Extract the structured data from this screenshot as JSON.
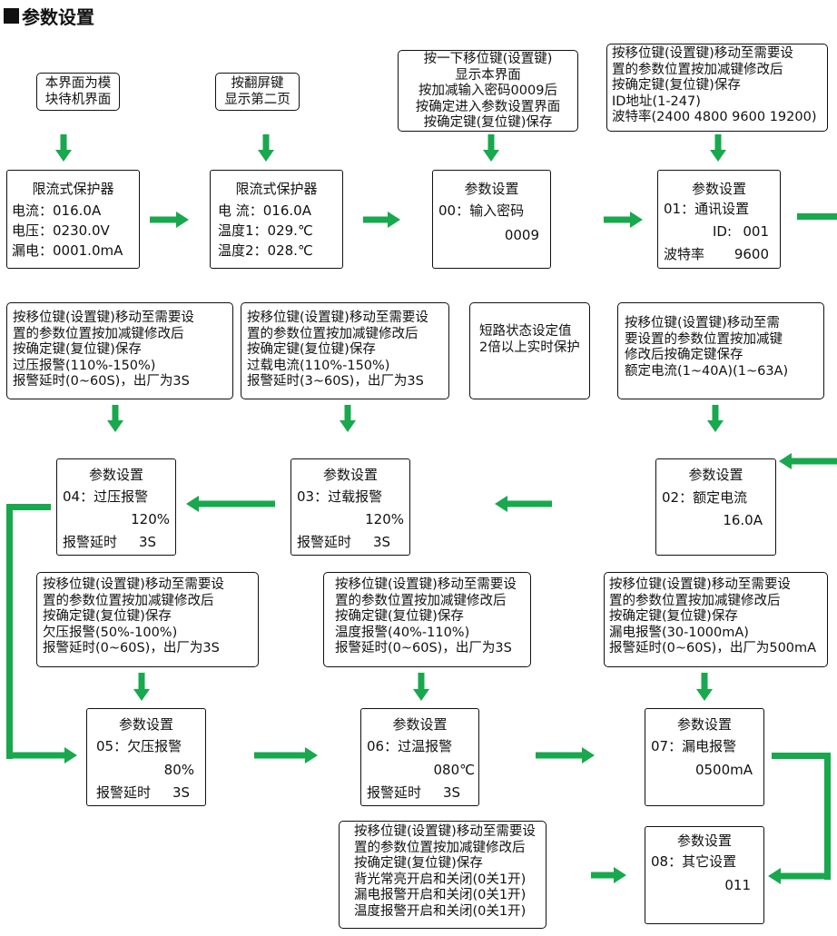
{
  "title": "参数设置",
  "title_icon": "square-icon",
  "colors": {
    "flow_arrow": "#18a84e"
  },
  "instructions": {
    "standby": [
      "本界面为模",
      "块待机界面"
    ],
    "page_turn": [
      "按翻屏键",
      "显示第二页"
    ],
    "password": [
      "按一下移位键(设置键)",
      "显示本界面",
      "按加减输入密码0009后",
      "按确定进入参数设置界面",
      "按确定键(复位键)保存"
    ],
    "comm": [
      "按移位键(设置键)移动至需要设",
      "置的参数位置按加减键修改后",
      "按确定键(复位键)保存",
      "ID地址(1-247)",
      "波特率(2400 4800 9600 19200)"
    ],
    "overvoltage": [
      "按移位键(设置键)移动至需要设",
      "置的参数位置按加减键修改后",
      "按确定键(复位键)保存",
      "过压报警(110%-150%)",
      "报警延时(0~60S)，出厂为3S"
    ],
    "overload": [
      "按移位键(设置键)移动至需要设",
      "置的参数位置按加减键修改后",
      "按确定键(复位键)保存",
      "过载电流(110%-150%)",
      "报警延时(3~60S)，出厂为3S"
    ],
    "short_circuit": [
      "短路状态设定值",
      "2倍以上实时保护"
    ],
    "rated_current": [
      "按移位键(设置键)移动至需",
      "要设置的参数位置按加减键",
      "修改后按确定键保存",
      "额定电流(1~40A)(1~63A)"
    ],
    "undervoltage": [
      "按移位键(设置键)移动至需要设",
      "置的参数位置按加减键修改后",
      "按确定键(复位键)保存",
      "欠压报警(50%-100%)",
      "报警延时(0~60S)，出厂为3S"
    ],
    "overtemp": [
      "按移位键(设置键)移动至需要设",
      "置的参数位置按加减键修改后",
      "按确定键(复位键)保存",
      "温度报警(40%-110%)",
      "报警延时(0~60S)，出厂为3S"
    ],
    "leakage": [
      "按移位键(设置键)移动至需要设",
      "置的参数位置按加减键修改后",
      "按确定键(复位键)保存",
      "漏电报警(30-1000mA)",
      "报警延时(0~60S)，出厂为500mA"
    ],
    "other": [
      "按移位键(设置键)移动至需要设",
      "置的参数位置按加减键修改后",
      "按确定键(复位键)保存",
      "背光常亮开启和关闭(0关1开)",
      "漏电报警开启和关闭(0关1开)",
      "温度报警开启和关闭(0关1开)"
    ]
  },
  "screens": {
    "standby1": {
      "title": "限流式保护器",
      "lines": [
        "电流：016.0A",
        "电压：0230.0V",
        "漏电：0001.0mA"
      ]
    },
    "standby2": {
      "title": "限流式保护器",
      "lines": [
        "电 流：016.0A",
        "温度1：029.℃",
        "温度2：028.℃"
      ]
    },
    "s00": {
      "title": "参数设置",
      "item": "00：输入密码",
      "value": "0009"
    },
    "s01": {
      "title": "参数设置",
      "item": "01：通讯设置",
      "id_label": "ID:",
      "id_value": "001",
      "baud_label": "波特率",
      "baud_value": "9600"
    },
    "s02": {
      "title": "参数设置",
      "item": "02：额定电流",
      "value": "16.0A"
    },
    "s03": {
      "title": "参数设置",
      "item": "03：过载报警",
      "value": "120%",
      "delay_label": "报警延时",
      "delay_value": "3S"
    },
    "s04": {
      "title": "参数设置",
      "item": "04：过压报警",
      "value": "120%",
      "delay_label": "报警延时",
      "delay_value": "3S"
    },
    "s05": {
      "title": "参数设置",
      "item": "05：欠压报警",
      "value": "80%",
      "delay_label": "报警延时",
      "delay_value": "3S"
    },
    "s06": {
      "title": "参数设置",
      "item": "06：过温报警",
      "value": "080℃",
      "delay_label": "报警延时",
      "delay_value": "3S"
    },
    "s07": {
      "title": "参数设置",
      "item": "07：漏电报警",
      "value": "0500mA"
    },
    "s08": {
      "title": "参数设置",
      "item": "08：其它设置",
      "value": "011"
    }
  }
}
